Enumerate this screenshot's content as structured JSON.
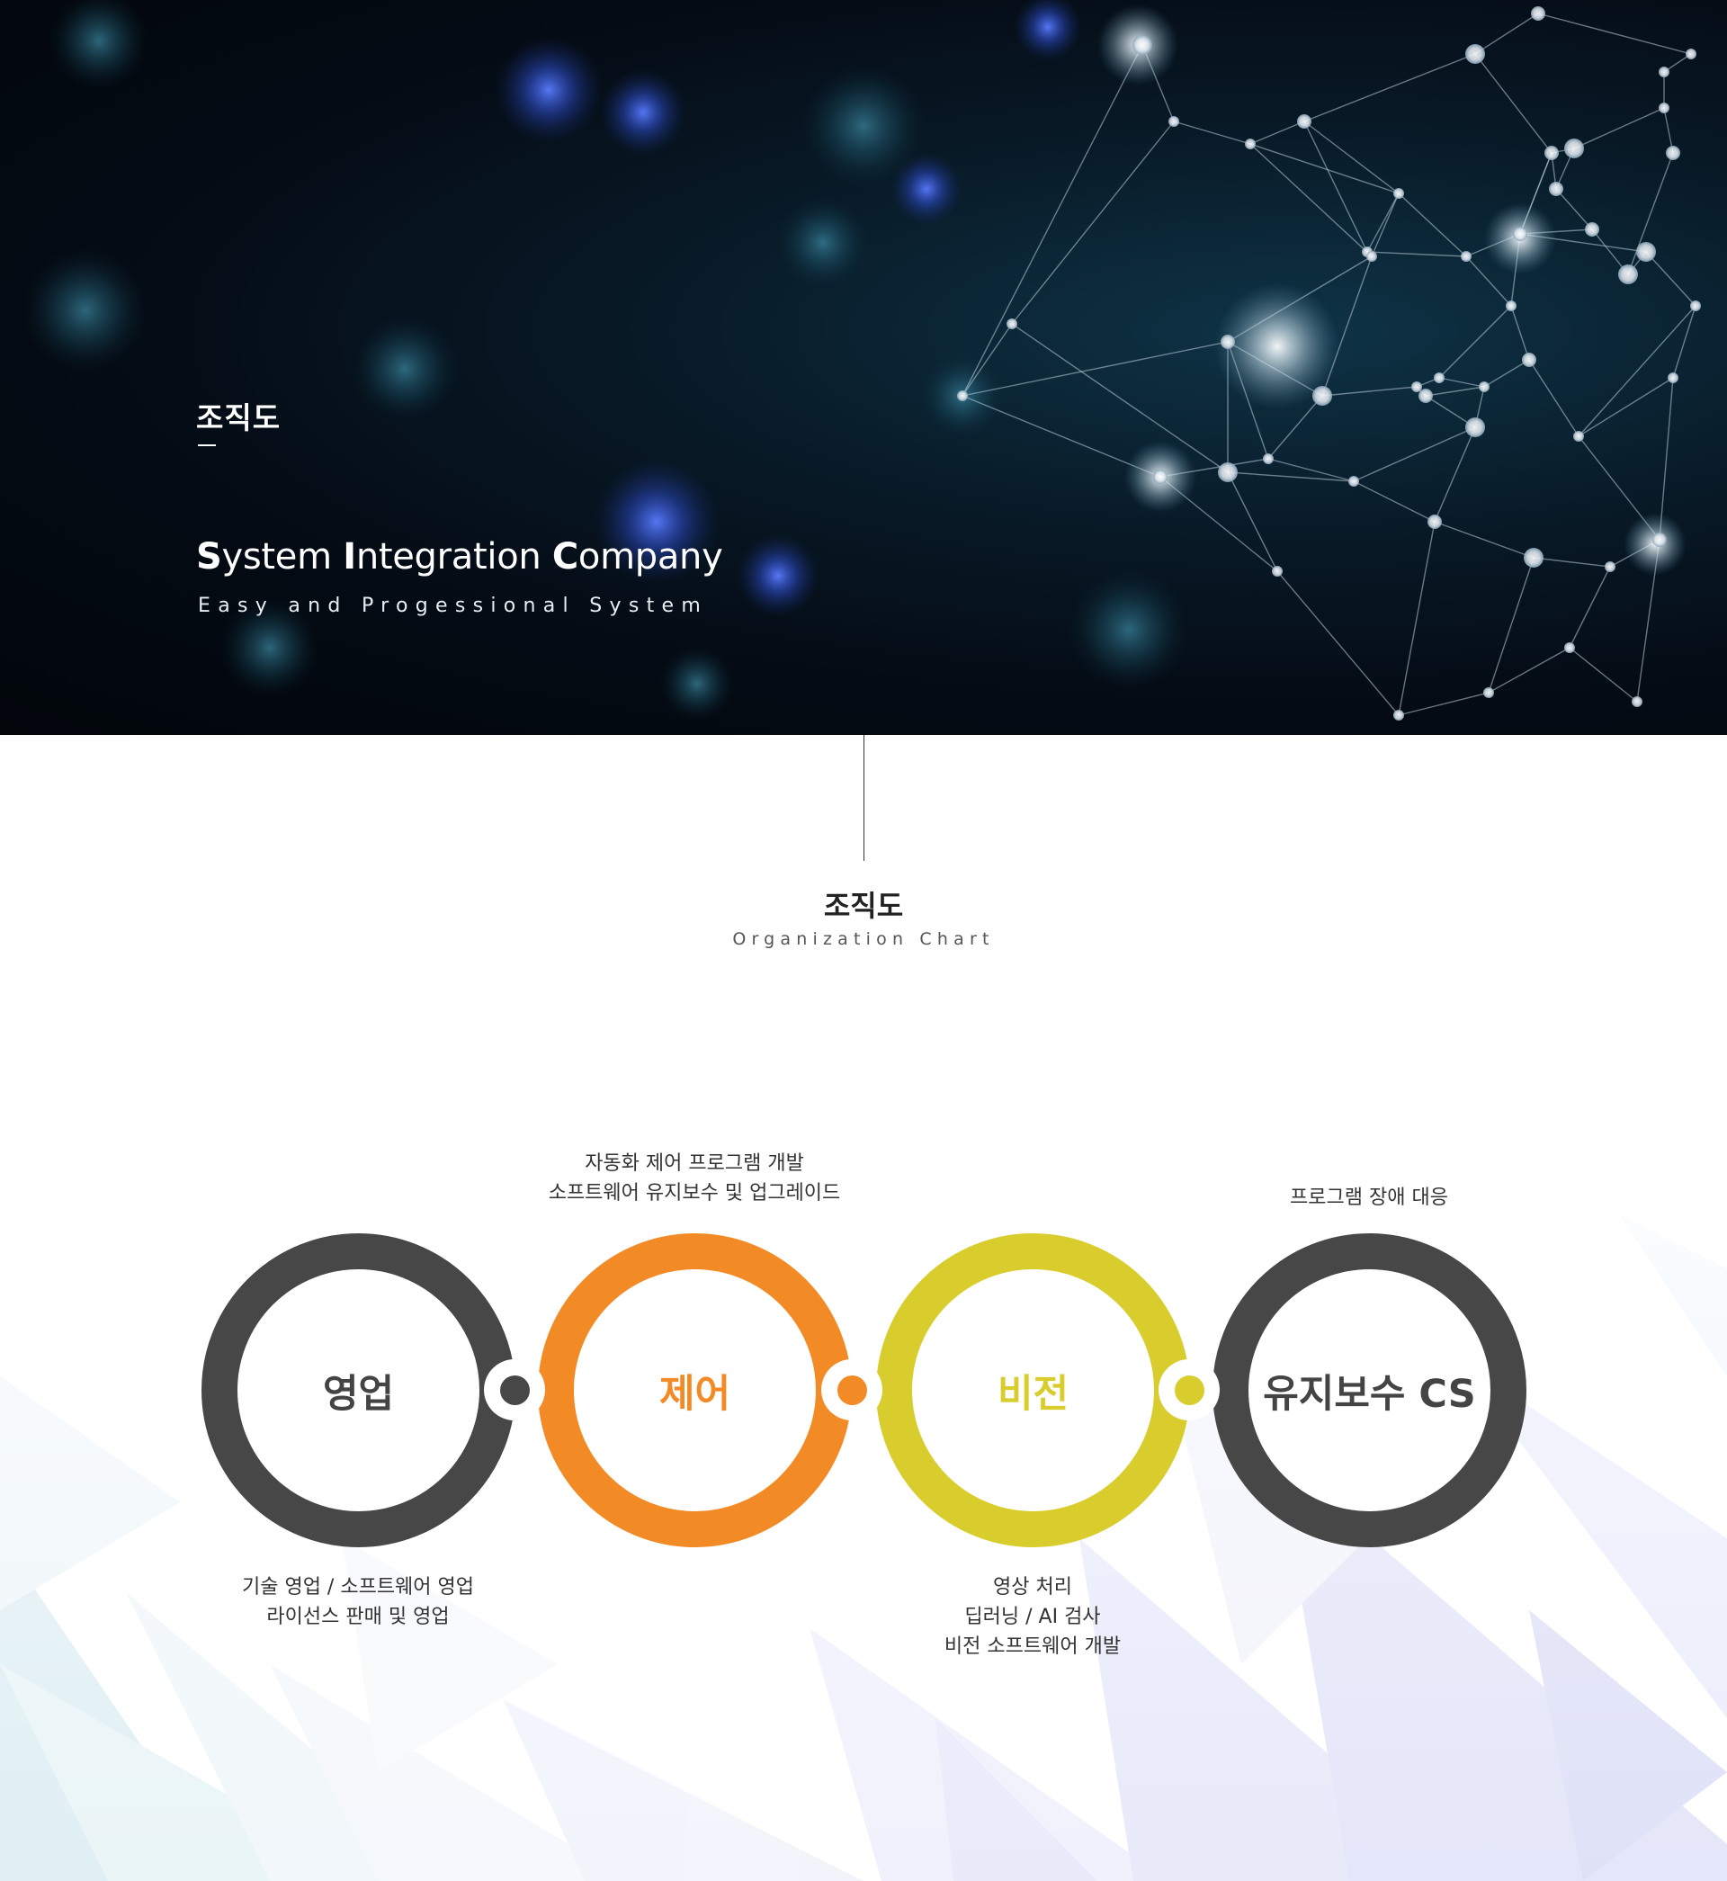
{
  "hero": {
    "section_title": "조직도",
    "headline": {
      "word1_initial": "S",
      "word1_rest": "ystem",
      "word2_initial": "I",
      "word2_rest": "ntegration",
      "word3_initial": "C",
      "word3_rest": "ompany"
    },
    "tagline": "Easy and Progessional System"
  },
  "section": {
    "title": "조직도",
    "subtitle": "Organization Chart"
  },
  "departments": [
    {
      "name": "영업",
      "color": "#474747",
      "text_color": "#444444",
      "description_position": "below",
      "description": [
        "기술 영업 / 소프트웨어 영업",
        "라이선스 판매 및 영업"
      ]
    },
    {
      "name": "제어",
      "color": "#f28a26",
      "text_color": "#f28a26",
      "description_position": "above",
      "description": [
        "자동화 제어 프로그램 개발",
        "소프트웨어 유지보수 및 업그레이드"
      ]
    },
    {
      "name": "비전",
      "color": "#d9cd2e",
      "text_color": "#d9cd2e",
      "description_position": "below",
      "description": [
        "영상 처리",
        "딥러닝 / AI 검사",
        "비전 소프트웨어 개발"
      ]
    },
    {
      "name": "유지보수 CS",
      "color": "#474747",
      "text_color": "#444444",
      "description_position": "above",
      "description": [
        "프로그램 장애 대응"
      ]
    }
  ],
  "connectors": [
    {
      "color": "#474747"
    },
    {
      "color": "#f28a26"
    },
    {
      "color": "#d9cd2e"
    }
  ]
}
